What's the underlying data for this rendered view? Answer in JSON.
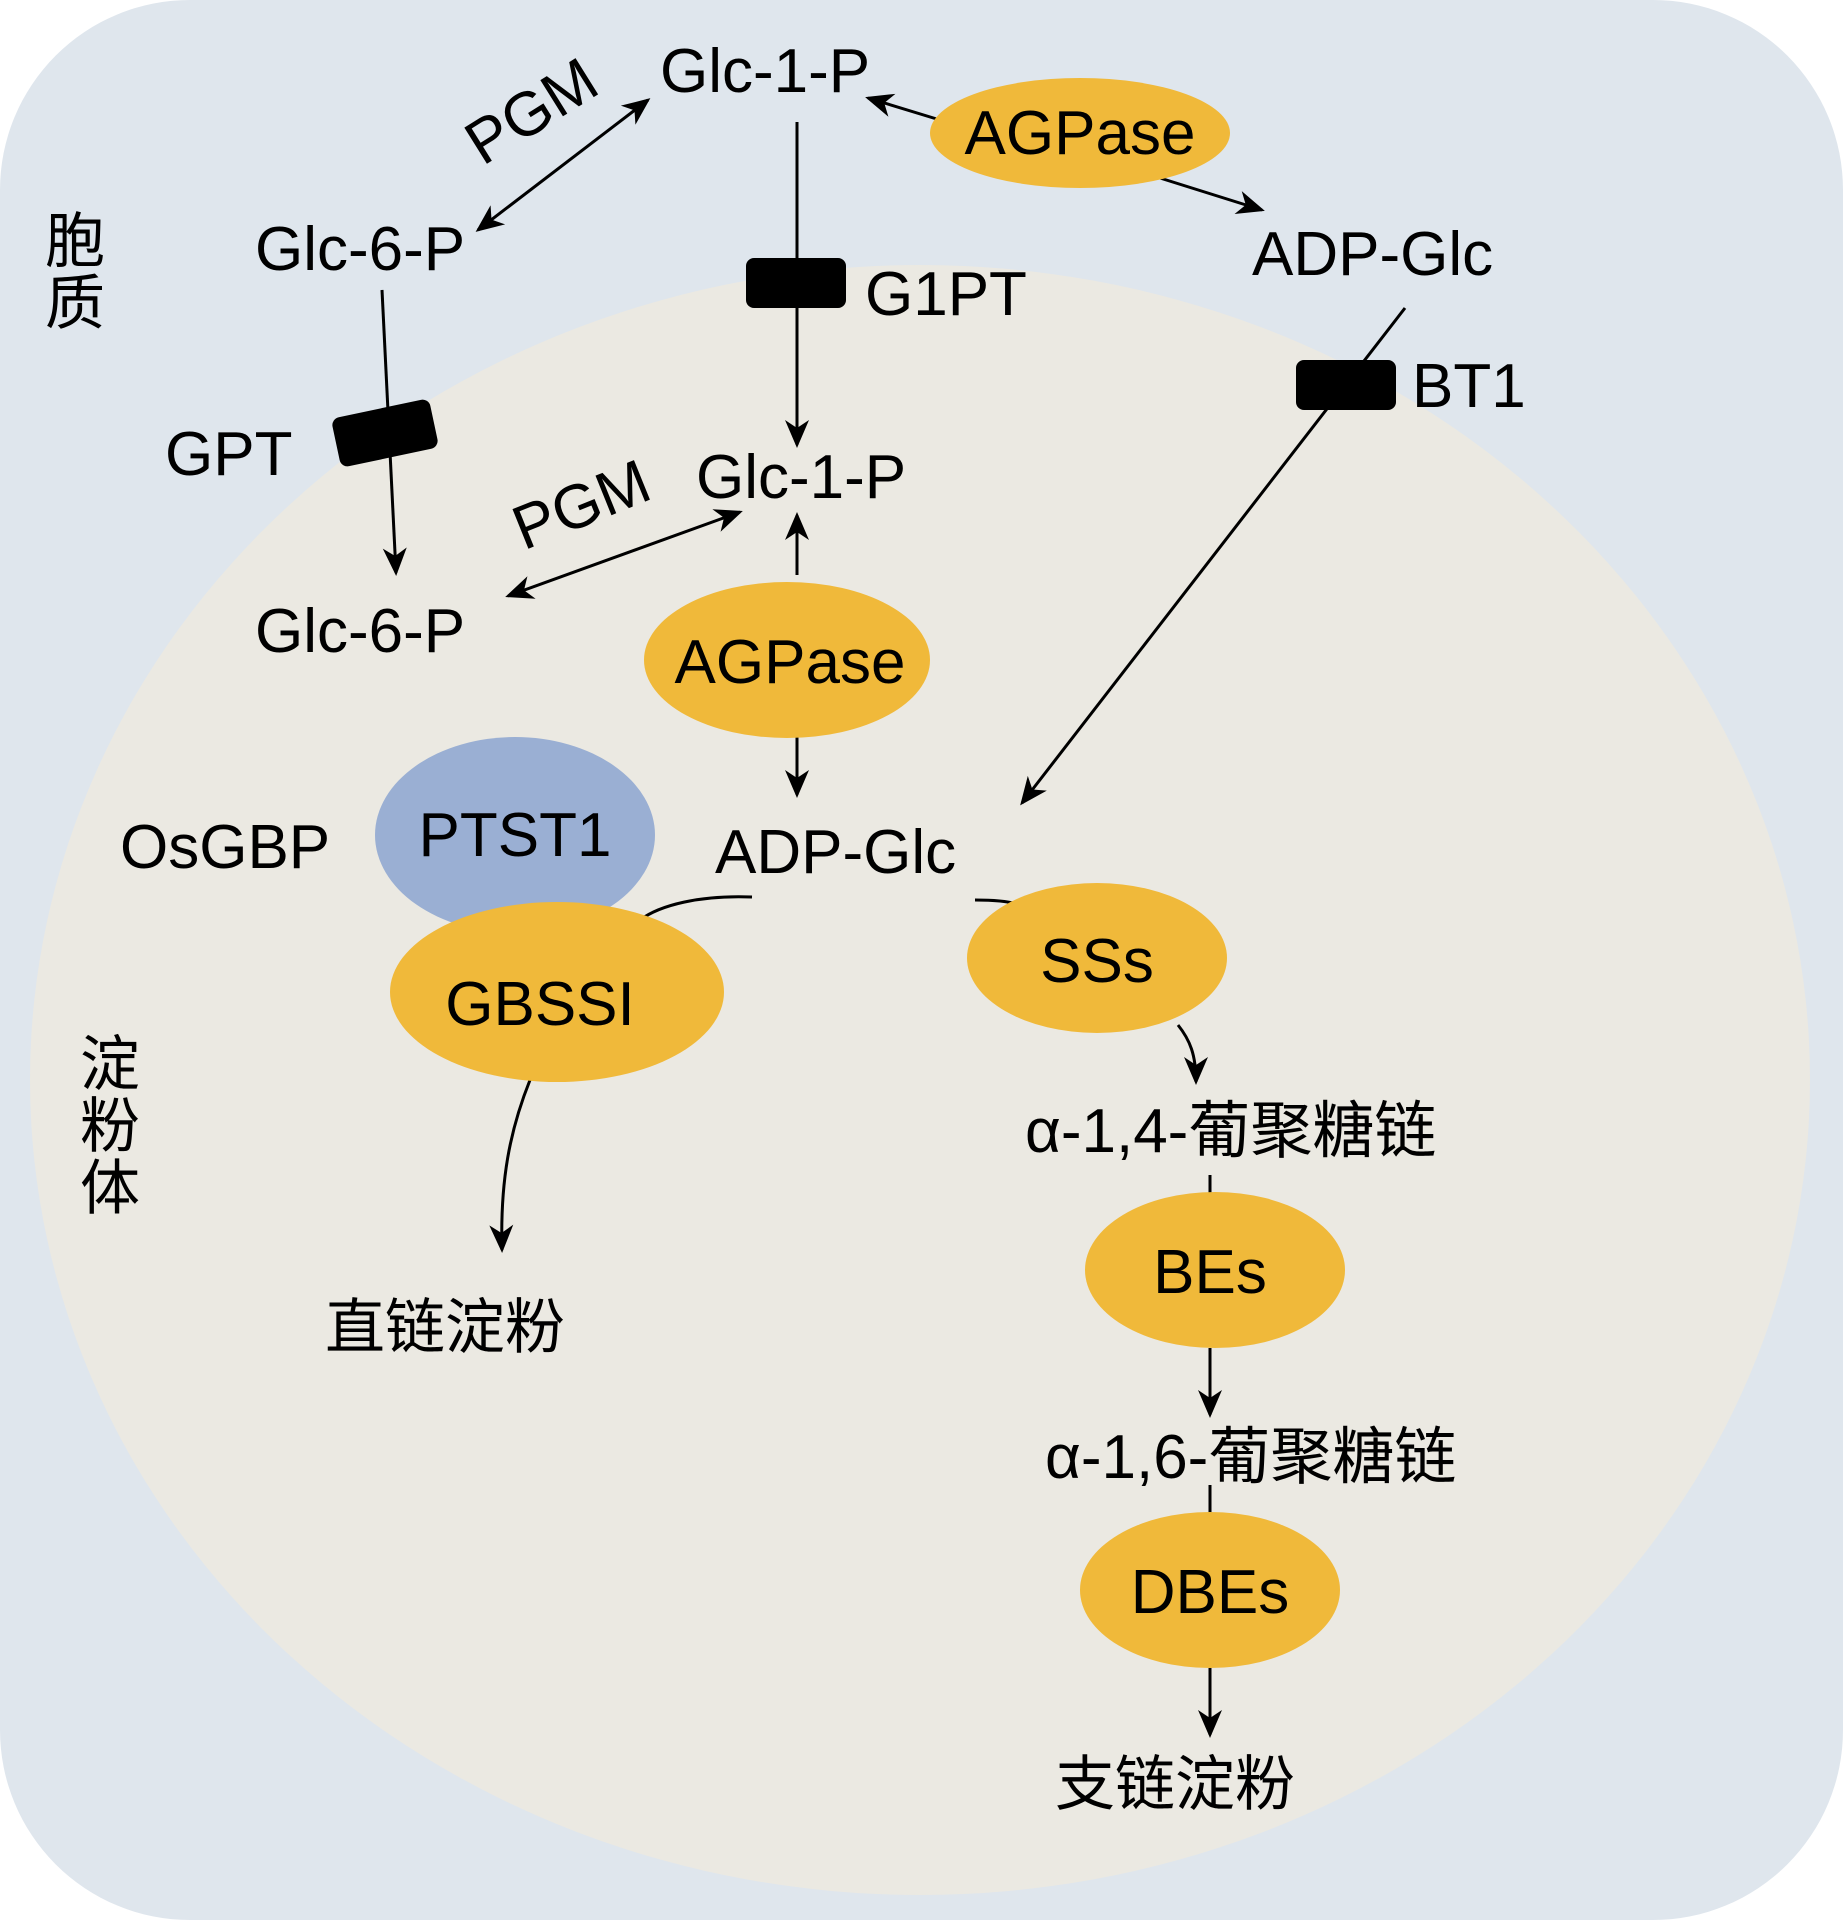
{
  "compartments": {
    "cytoplasm": "胞质",
    "amyloplast": "淀粉体"
  },
  "metabolites": {
    "glc1p_cyto": "Glc-1-P",
    "glc6p_cyto": "Glc-6-P",
    "adpglc_cyto": "ADP-Glc",
    "glc1p_plastid": "Glc-1-P",
    "glc6p_plastid": "Glc-6-P",
    "adpglc_plastid": "ADP-Glc",
    "alpha14": "α-1,4-葡聚糖链",
    "alpha16": "α-1,6-葡聚糖链",
    "amylose": "直链淀粉",
    "amylopectin": "支链淀粉"
  },
  "enzymes": {
    "pgm_cyto": "PGM",
    "pgm_plastid": "PGM",
    "agpase_cyto": "AGPase",
    "agpase_plastid": "AGPase",
    "ptst1": "PTST1",
    "osgbp": "OsGBP",
    "gbssi": "GBSSI",
    "sss": "SSs",
    "bes": "BEs",
    "dbes": "DBEs"
  },
  "transporters": {
    "gpt": "GPT",
    "g1pt": "G1PT",
    "bt1": "BT1"
  },
  "colors": {
    "cytoplasm_bg": "#dfe6ed",
    "amyloplast_bg": "#ebe9e2",
    "enzyme_fill": "#f0b93a",
    "ptst1_fill": "#9aafd3",
    "transporter_fill": "#000000"
  }
}
